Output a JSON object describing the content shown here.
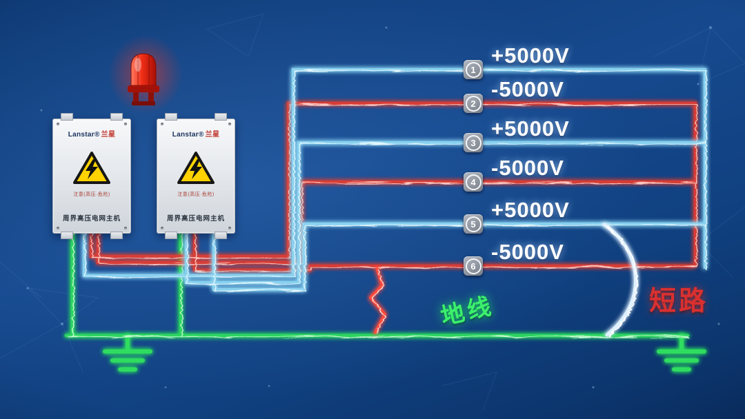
{
  "wires": [
    {
      "number": "1",
      "voltage": "+5000V",
      "polarity": "positive"
    },
    {
      "number": "2",
      "voltage": "-5000V",
      "polarity": "negative"
    },
    {
      "number": "3",
      "voltage": "+5000V",
      "polarity": "positive"
    },
    {
      "number": "4",
      "voltage": "-5000V",
      "polarity": "negative"
    },
    {
      "number": "5",
      "voltage": "+5000V",
      "polarity": "positive"
    },
    {
      "number": "6",
      "voltage": "-5000V",
      "polarity": "negative"
    }
  ],
  "devices": [
    {
      "brand": "Lanstar®",
      "brand_cn": "兰星",
      "caution": "注意(高压·危险)",
      "label": "周界高压电网主机"
    },
    {
      "brand": "Lanstar®",
      "brand_cn": "兰星",
      "caution": "注意(高压·危险)",
      "label": "周界高压电网主机"
    }
  ],
  "annotations": {
    "ground_wire": "地线",
    "short_circuit": "短路"
  },
  "colors": {
    "positive_wire": "#8fd9f5",
    "negative_wire": "#e23d33",
    "ground_wire": "#2ddd5f",
    "voltage_text": "#ffffff",
    "short_circuit_text": "#d93030",
    "ground_text": "#3cf06c",
    "alarm_light": "#ff3b2a",
    "background": "#123d79"
  }
}
